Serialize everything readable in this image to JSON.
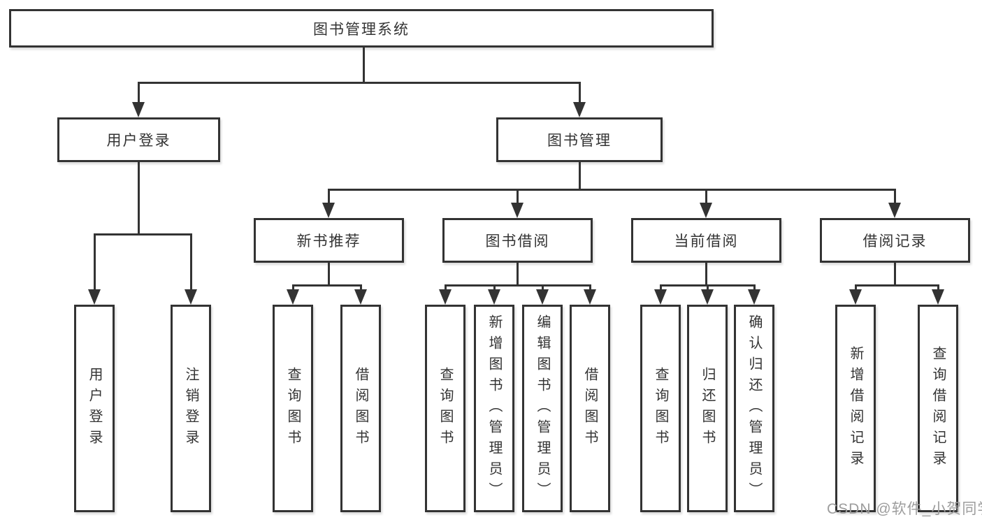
{
  "diagram_type": "hierarchy-tree",
  "tree": {
    "label": "图书管理系统",
    "children": [
      {
        "label": "用户登录",
        "children": [
          {
            "label": "用户登录"
          },
          {
            "label": "注销登录"
          }
        ]
      },
      {
        "label": "图书管理",
        "children": [
          {
            "label": "新书推荐",
            "children": [
              {
                "label": "查询图书"
              },
              {
                "label": "借阅图书"
              }
            ]
          },
          {
            "label": "图书借阅",
            "children": [
              {
                "label": "查询图书"
              },
              {
                "label": "新增图书（管理员）"
              },
              {
                "label": "编辑图书（管理员）"
              },
              {
                "label": "借阅图书"
              }
            ]
          },
          {
            "label": "当前借阅",
            "children": [
              {
                "label": "查询图书"
              },
              {
                "label": "归还图书"
              },
              {
                "label": "确认归还（管理员）"
              }
            ]
          },
          {
            "label": "借阅记录",
            "children": [
              {
                "label": "新增借阅记录"
              },
              {
                "label": "查询借阅记录"
              }
            ]
          }
        ]
      }
    ]
  },
  "watermark": {
    "text": "CSDN @软件_小贺同学"
  },
  "colors": {
    "line": "#333333",
    "text": "#333333",
    "background": "#ffffff",
    "watermark": "#9d9d9d"
  }
}
